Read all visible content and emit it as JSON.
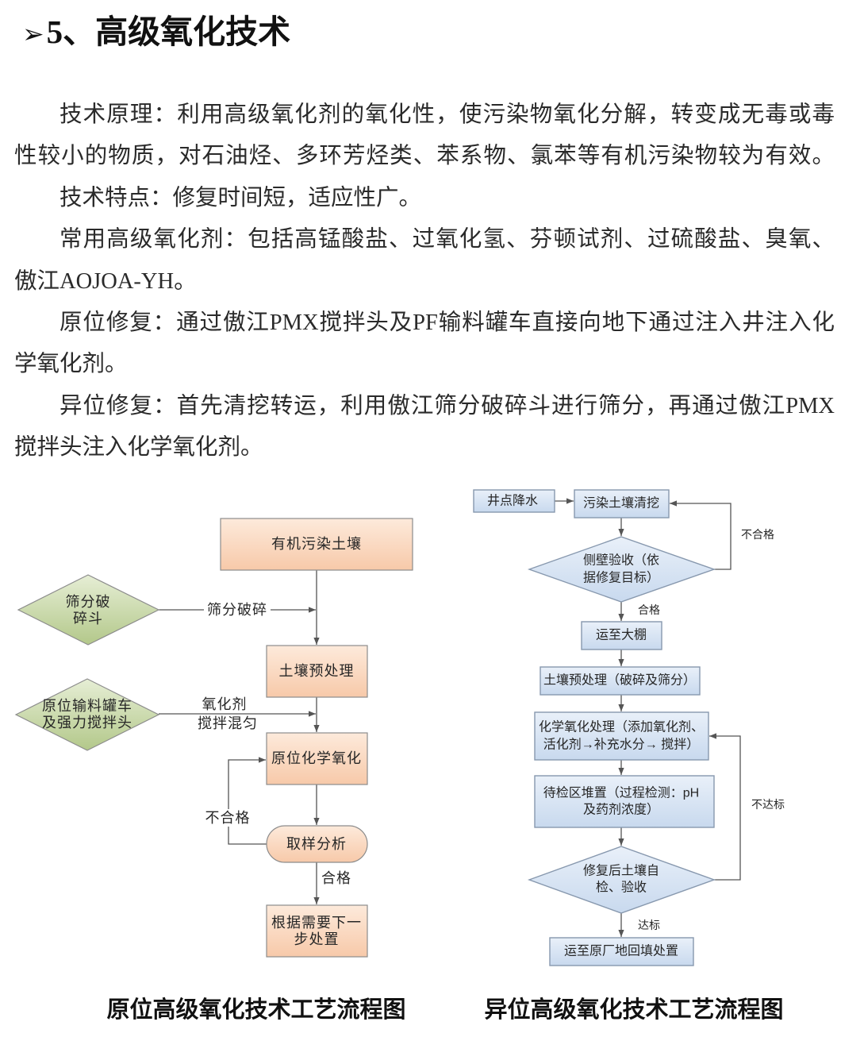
{
  "heading": {
    "bullet": "➢",
    "text": "5、高级氧化技术"
  },
  "paragraphs": [
    {
      "lines": [
        "技术原理：利用高级氧化剂的氧化性，使污染物氧化分解，转变成无毒或毒",
        "性较小的物质，对石油烃、多环芳烃类、苯系物、氯苯等有机污染物较为有效。"
      ]
    },
    {
      "lines": [
        "技术特点：修复时间短，适应性广。"
      ]
    },
    {
      "lines": [
        "常用高级氧化剂：包括高锰酸盐、过氧化氢、芬顿试剂、过硫酸盐、臭氧、",
        "傲江AOJOA-YH。"
      ]
    },
    {
      "lines": [
        "原位修复：通过傲江PMX搅拌头及PF输料罐车直接向地下通过注入井注入化",
        "学氧化剂。"
      ]
    },
    {
      "lines": [
        "异位修复：首先清挖转运，利用傲江筛分破碎斗进行筛分，再通过傲江PMX",
        "搅拌头注入化学氧化剂。"
      ]
    }
  ],
  "in_situ": {
    "caption": "原位高级氧化技术工艺流程图",
    "soil": "有机污染土壤",
    "screening_bucket": [
      "筛分破",
      "碎斗"
    ],
    "screening_label": "筛分破碎",
    "pretreatment": "土壤预处理",
    "feeder": [
      "原位输料罐车",
      "及强力搅拌头"
    ],
    "oxidant_label": "氧化剂",
    "mixing_label": "搅拌混匀",
    "oxidation": "原位化学氧化",
    "fail_label": "不合格",
    "sampling": "取样分析",
    "pass_label": "合格",
    "disposal": [
      "根据需要下一",
      "步处置"
    ]
  },
  "ex_situ": {
    "caption": "异位高级氧化技术工艺流程图",
    "dewatering": "井点降水",
    "excavation": "污染土壤清挖",
    "wall_check": [
      "侧壁验收（依",
      "据修复目标）"
    ],
    "fail_label": "不合格",
    "pass_label": "合格",
    "to_shed": "运至大棚",
    "pretreatment": "土壤预处理（破碎及筛分）",
    "oxidation": [
      "化学氧化处理（添加氧化剂、",
      "活化剂→补充水分→ 搅拌）"
    ],
    "staging": [
      "待检区堆置（过程检测：pH",
      "及药剂浓度）"
    ],
    "self_check": [
      "修复后土壤自",
      "检、验收"
    ],
    "not_met_label": "不达标",
    "met_label": "达标",
    "backfill": "运至原厂地回填处置"
  },
  "colors": {
    "peach_top": "#fdeadb",
    "peach_bottom": "#f7c9a9",
    "green_top": "#e6eed5",
    "green_bottom": "#b3c88a",
    "blue_top": "#e9f0f9",
    "blue_bottom": "#c8d9ee"
  }
}
